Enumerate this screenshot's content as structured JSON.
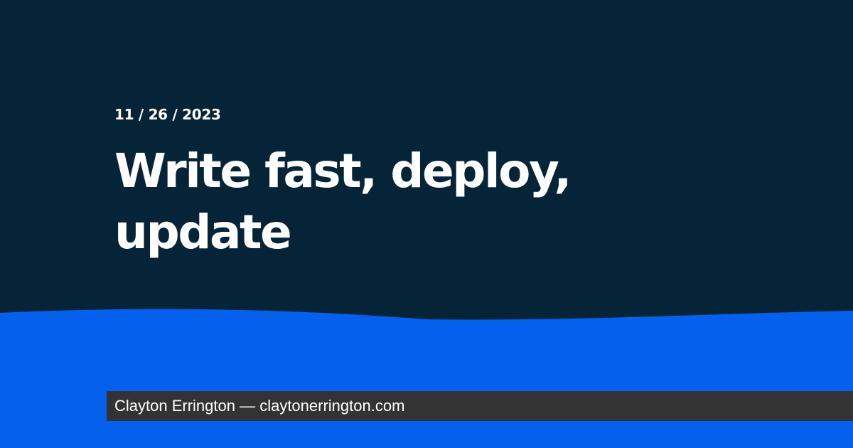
{
  "post": {
    "date": "11 / 26 / 2023",
    "title": "Write fast, deploy, update"
  },
  "footer": {
    "byline": "Clayton Errington — claytonerrington.com"
  },
  "colors": {
    "background": "#062437",
    "wave": "#0561ed",
    "byline_background": "#333333",
    "text": "#ffffff"
  }
}
